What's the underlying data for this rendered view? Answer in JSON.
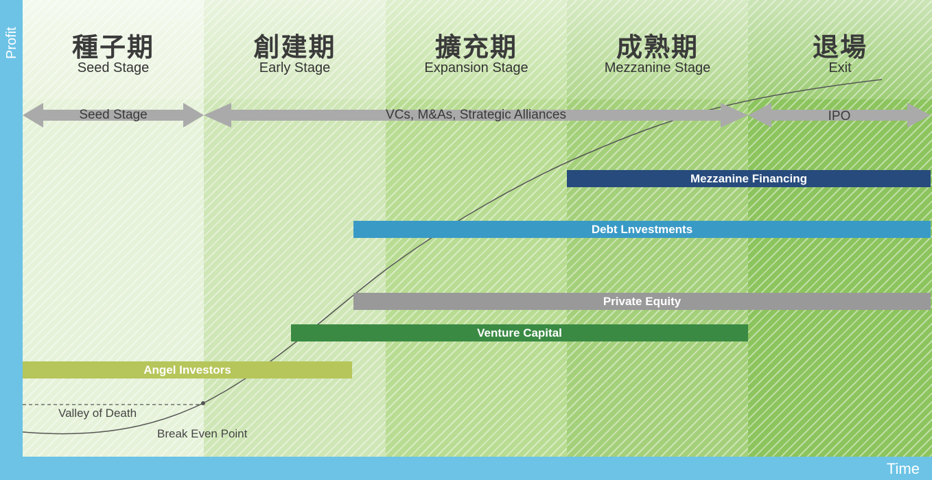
{
  "axes": {
    "y_label": "Profit",
    "x_label": "Time"
  },
  "stages": [
    {
      "zh": "種子期",
      "en": "Seed Stage",
      "color": "#e6f2d9"
    },
    {
      "zh": "創建期",
      "en": "Early Stage",
      "color": "#cfe6b6"
    },
    {
      "zh": "擴充期",
      "en": "Expansion Stage",
      "color": "#b8dc92"
    },
    {
      "zh": "成熟期",
      "en": "Mezzanine Stage",
      "color": "#a4d07a"
    },
    {
      "zh": "退場",
      "en": "Exit",
      "color": "#8cc45d"
    }
  ],
  "arrows": [
    {
      "label": "Seed Stage"
    },
    {
      "label": "VCs, M&As, Strategic Alliances"
    },
    {
      "label": "IPO"
    }
  ],
  "bars": {
    "mezzanine": {
      "label": "Mezzanine Financing",
      "color": "#274b7c"
    },
    "debt": {
      "label": "Debt Lnvestments",
      "color": "#3a9ac6"
    },
    "private_equity": {
      "label": "Private Equity",
      "color": "#999999"
    },
    "venture": {
      "label": "Venture Capital",
      "color": "#3a8a44"
    },
    "angel": {
      "label": "Angel Investors",
      "color": "#b6c65a"
    }
  },
  "annotations": {
    "valley": "Valley of Death",
    "break_even": "Break Even Point"
  }
}
